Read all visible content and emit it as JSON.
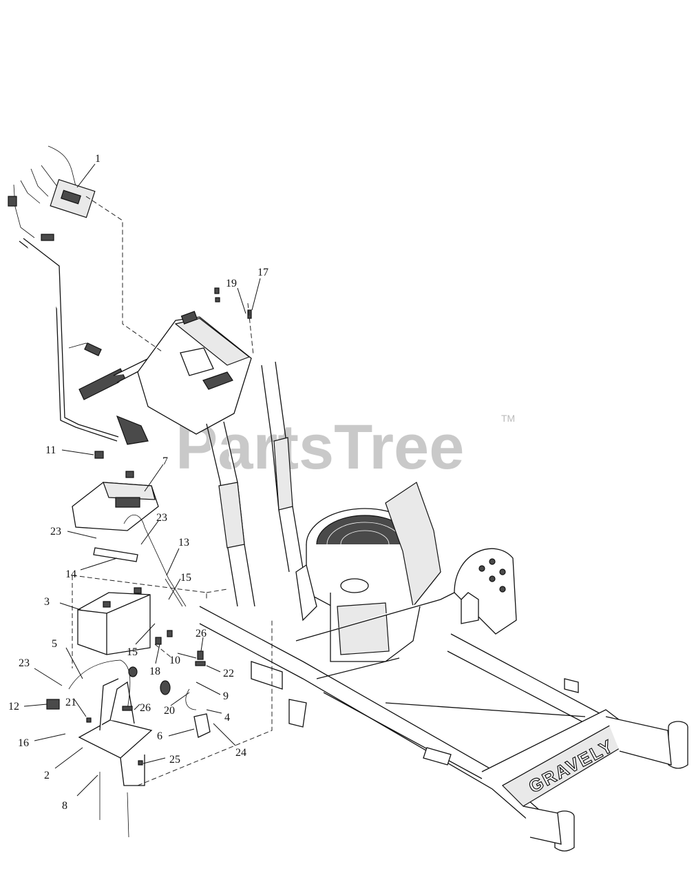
{
  "watermark": {
    "text": "PartsTree",
    "trademark": "TM"
  },
  "frame_brand": "GRAVELY",
  "callouts": [
    {
      "id": "c1",
      "label": "1"
    },
    {
      "id": "c17",
      "label": "17"
    },
    {
      "id": "c19",
      "label": "19"
    },
    {
      "id": "c11",
      "label": "11"
    },
    {
      "id": "c7",
      "label": "7"
    },
    {
      "id": "c23a",
      "label": "23"
    },
    {
      "id": "c23b",
      "label": "23"
    },
    {
      "id": "c13",
      "label": "13"
    },
    {
      "id": "c14",
      "label": "14"
    },
    {
      "id": "c15a",
      "label": "15"
    },
    {
      "id": "c3",
      "label": "3"
    },
    {
      "id": "c15b",
      "label": "15"
    },
    {
      "id": "c26a",
      "label": "26"
    },
    {
      "id": "c10",
      "label": "10"
    },
    {
      "id": "c5",
      "label": "5"
    },
    {
      "id": "c23c",
      "label": "23"
    },
    {
      "id": "c18",
      "label": "18"
    },
    {
      "id": "c22",
      "label": "22"
    },
    {
      "id": "c9",
      "label": "9"
    },
    {
      "id": "c12",
      "label": "12"
    },
    {
      "id": "c21",
      "label": "21"
    },
    {
      "id": "c26b",
      "label": "26"
    },
    {
      "id": "c20",
      "label": "20"
    },
    {
      "id": "c4",
      "label": "4"
    },
    {
      "id": "c16",
      "label": "16"
    },
    {
      "id": "c6",
      "label": "6"
    },
    {
      "id": "c24",
      "label": "24"
    },
    {
      "id": "c2",
      "label": "2"
    },
    {
      "id": "c25",
      "label": "25"
    },
    {
      "id": "c8",
      "label": "8"
    }
  ]
}
